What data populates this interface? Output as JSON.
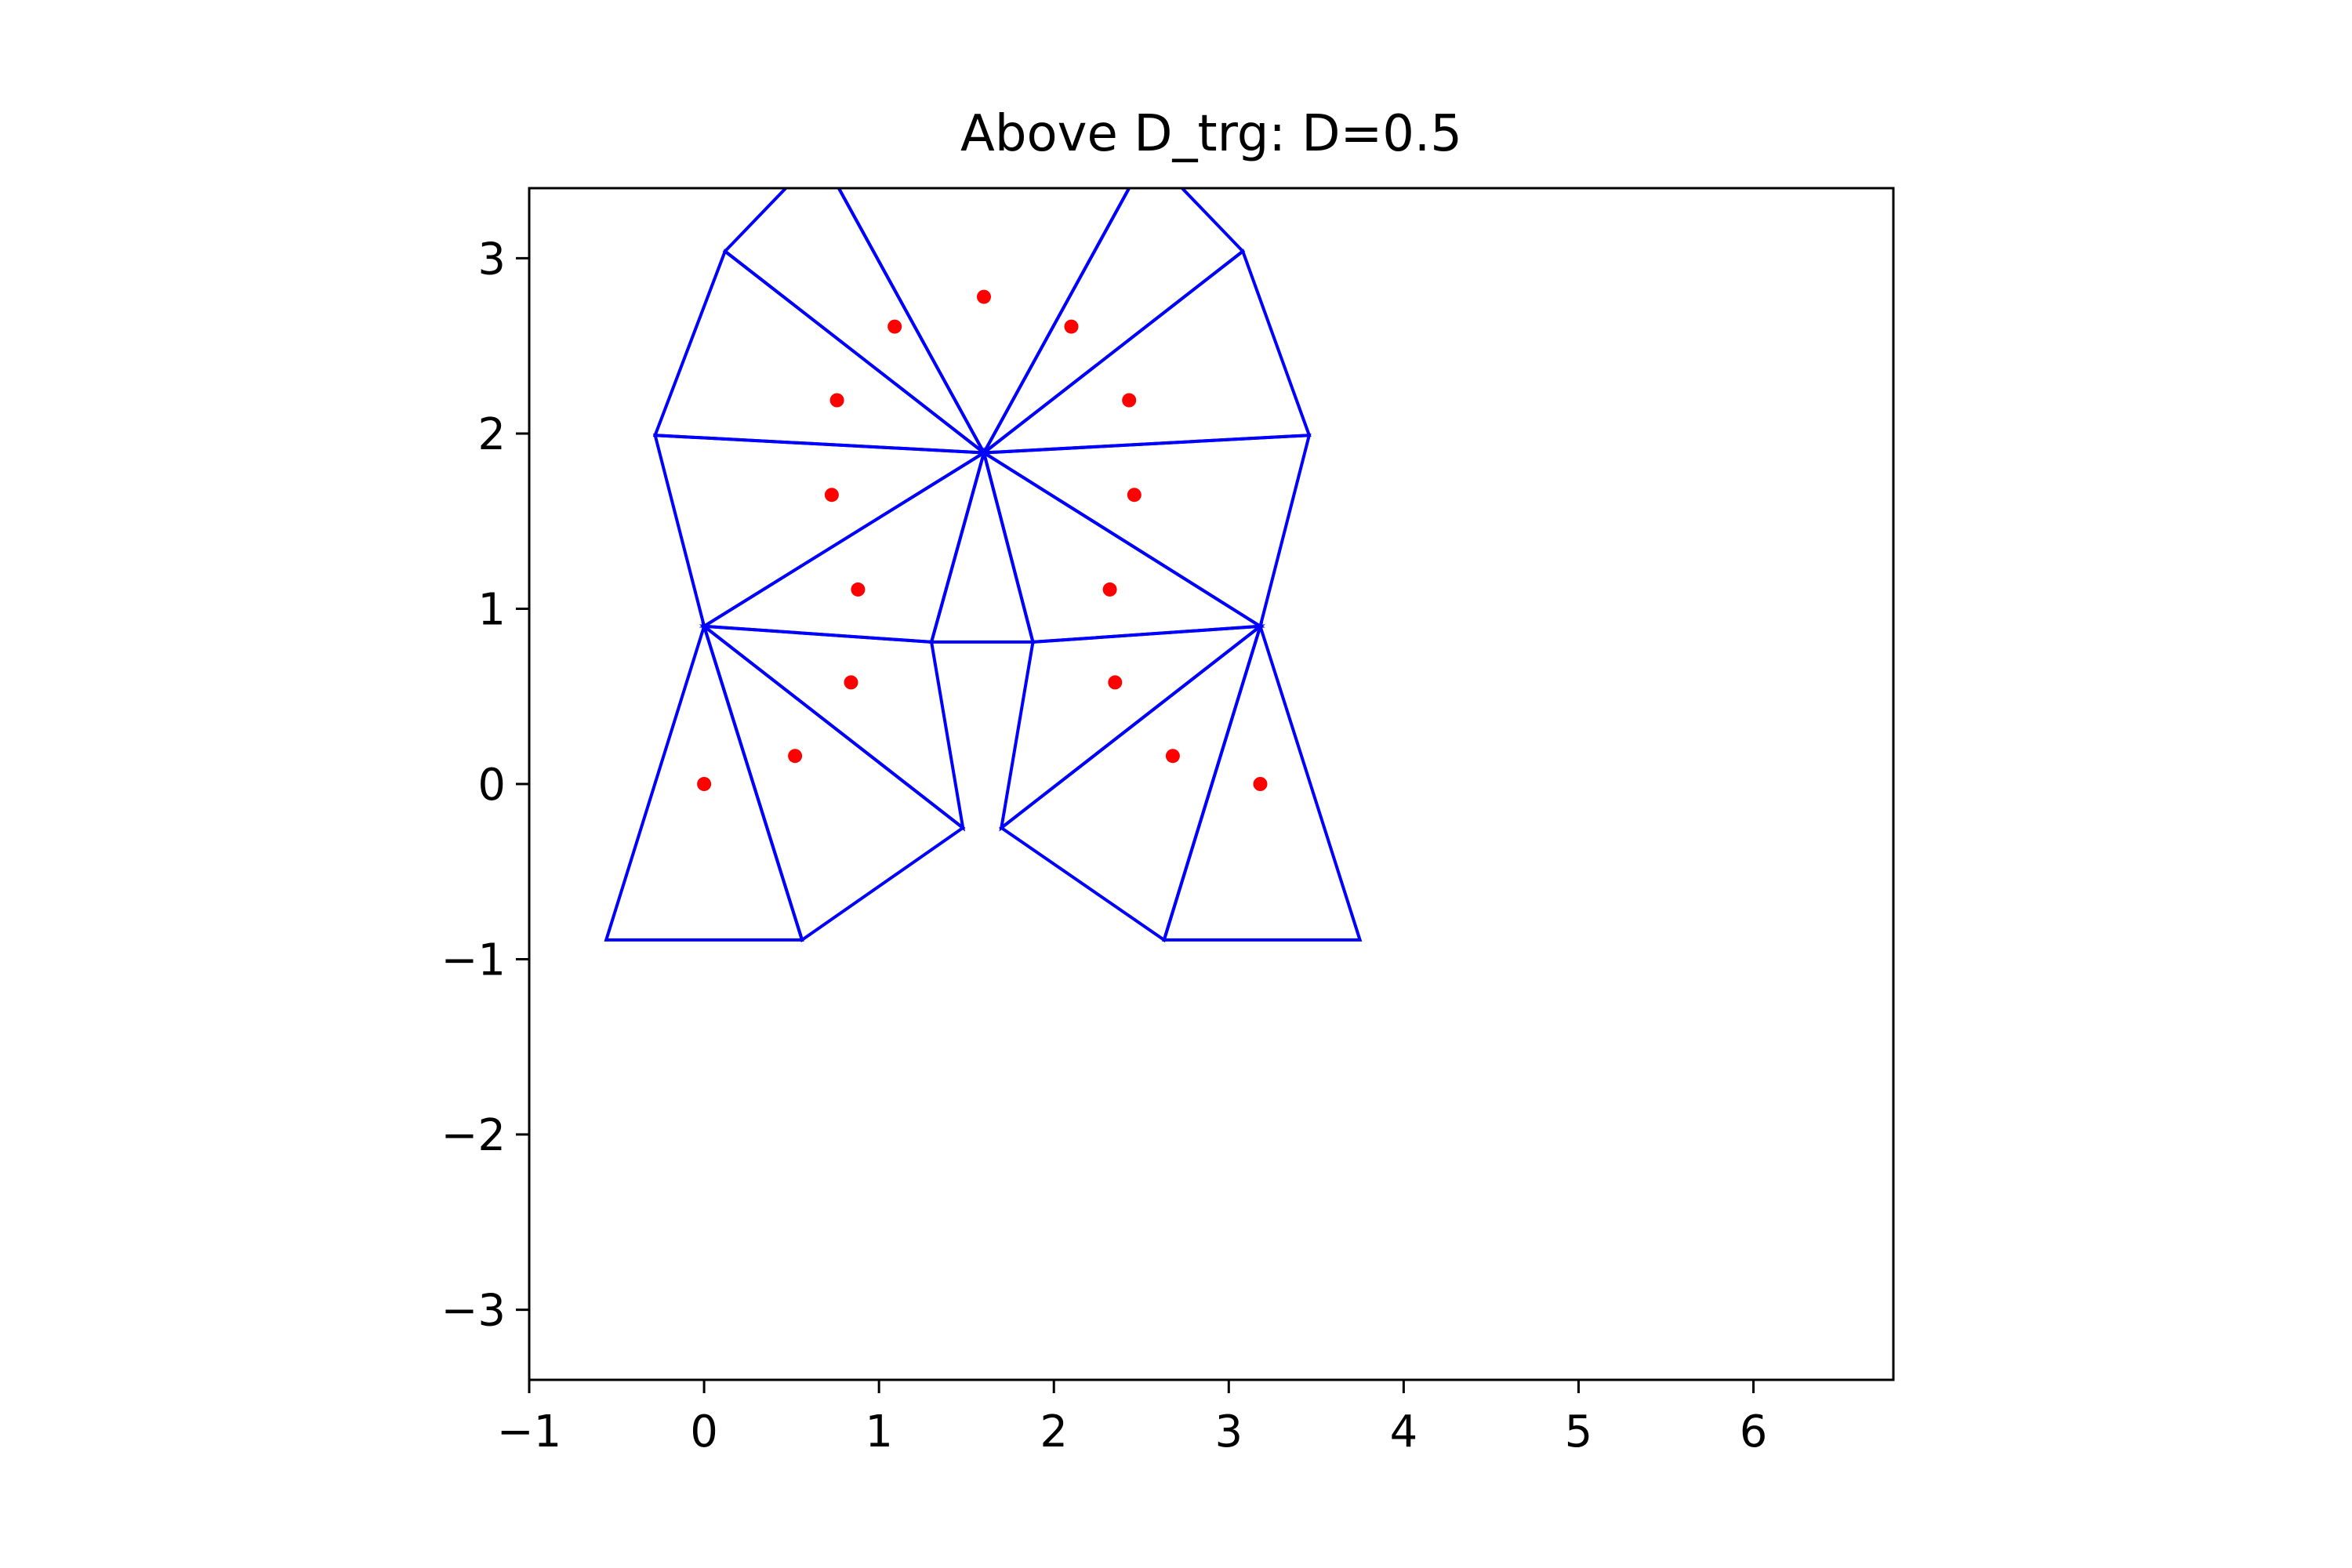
{
  "chart_data": {
    "type": "scatter",
    "title": "Above D_trg: D=0.5",
    "xlabel": "",
    "ylabel": "",
    "xlim": [
      -1,
      6.8
    ],
    "ylim": [
      -3.4,
      3.4
    ],
    "grid": false,
    "xticks": [
      -1,
      0,
      1,
      2,
      3,
      4,
      5,
      6
    ],
    "yticks": [
      -3,
      -2,
      -1,
      0,
      1,
      2,
      3
    ],
    "xtick_labels": [
      "−1",
      "0",
      "1",
      "2",
      "3",
      "4",
      "5",
      "6"
    ],
    "ytick_labels": [
      "−3",
      "−2",
      "−1",
      "0",
      "1",
      "2",
      "3"
    ],
    "colors": {
      "lines": "#0000ff",
      "points": "#ff0000",
      "axes": "#000000"
    },
    "points": [
      [
        0.0,
        0.0
      ],
      [
        0.52,
        0.16
      ],
      [
        0.84,
        0.58
      ],
      [
        0.88,
        1.11
      ],
      [
        0.73,
        1.65
      ],
      [
        0.76,
        2.19
      ],
      [
        1.09,
        2.61
      ],
      [
        1.6,
        2.78
      ],
      [
        2.1,
        2.61
      ],
      [
        2.43,
        2.19
      ],
      [
        2.46,
        1.65
      ],
      [
        2.32,
        1.11
      ],
      [
        2.35,
        0.58
      ],
      [
        2.68,
        0.16
      ],
      [
        3.18,
        0.0
      ]
    ],
    "triangles": [
      [
        [
          -0.56,
          -0.89
        ],
        [
          0.56,
          -0.89
        ],
        [
          0.0,
          0.9
        ]
      ],
      [
        [
          0.56,
          -0.89
        ],
        [
          1.48,
          -0.25
        ],
        [
          0.0,
          0.9
        ]
      ],
      [
        [
          0.0,
          0.9
        ],
        [
          1.48,
          -0.25
        ],
        [
          1.3,
          0.81
        ]
      ],
      [
        [
          0.0,
          0.9
        ],
        [
          1.3,
          0.81
        ],
        [
          1.6,
          1.89
        ]
      ],
      [
        [
          0.0,
          0.9
        ],
        [
          1.6,
          1.89
        ],
        [
          -0.28,
          1.99
        ]
      ],
      [
        [
          -0.28,
          1.99
        ],
        [
          1.6,
          1.89
        ],
        [
          0.12,
          3.04
        ]
      ],
      [
        [
          0.12,
          3.04
        ],
        [
          1.6,
          1.89
        ],
        [
          0.66,
          3.6
        ]
      ],
      [
        [
          0.66,
          3.6
        ],
        [
          1.6,
          1.89
        ],
        [
          2.54,
          3.6
        ]
      ],
      [
        [
          2.54,
          3.6
        ],
        [
          1.6,
          1.89
        ],
        [
          3.08,
          3.04
        ]
      ],
      [
        [
          3.08,
          3.04
        ],
        [
          1.6,
          1.89
        ],
        [
          3.46,
          1.99
        ]
      ],
      [
        [
          3.46,
          1.99
        ],
        [
          1.6,
          1.89
        ],
        [
          3.18,
          0.9
        ]
      ],
      [
        [
          3.18,
          0.9
        ],
        [
          1.6,
          1.89
        ],
        [
          1.88,
          0.81
        ]
      ],
      [
        [
          3.18,
          0.9
        ],
        [
          1.88,
          0.81
        ],
        [
          1.7,
          -0.25
        ]
      ],
      [
        [
          3.18,
          0.9
        ],
        [
          1.7,
          -0.25
        ],
        [
          2.63,
          -0.89
        ]
      ],
      [
        [
          3.18,
          0.9
        ],
        [
          2.63,
          -0.89
        ],
        [
          3.75,
          -0.89
        ]
      ],
      [
        [
          1.3,
          0.81
        ],
        [
          1.88,
          0.81
        ],
        [
          1.6,
          1.89
        ]
      ]
    ]
  }
}
